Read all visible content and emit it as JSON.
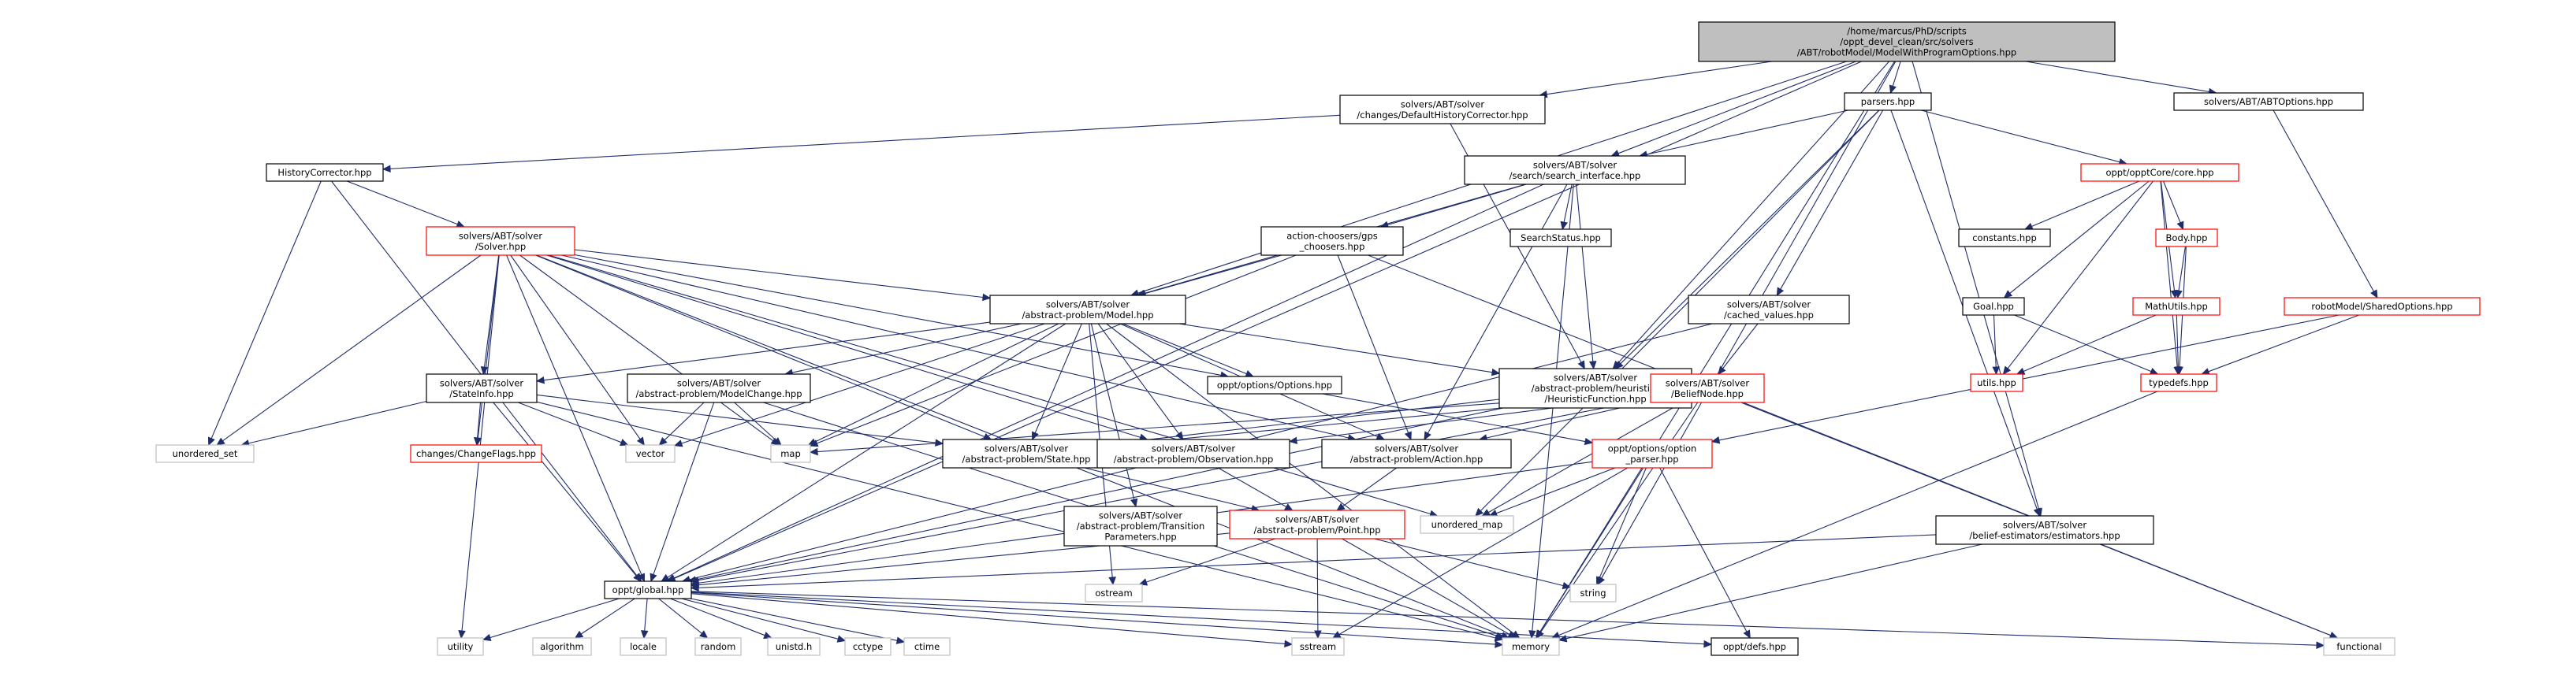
{
  "colors": {
    "root_fill": "#bfbfbf",
    "node_stroke": "#000000",
    "red_stroke": "#ff0000",
    "gray_stroke": "#bfbfbf",
    "edge": "#1f2d6b"
  },
  "nodes": {
    "root": {
      "lines": [
        "/home/marcus/PhD/scripts",
        "/oppt_devel_clean/src/solvers",
        "/ABT/robotModel/ModelWithProgramOptions.hpp"
      ],
      "style": "root"
    },
    "defaulthist": {
      "lines": [
        "solvers/ABT/solver",
        "/changes/DefaultHistoryCorrector.hpp"
      ],
      "style": "black"
    },
    "parsers": {
      "lines": [
        "parsers.hpp"
      ],
      "style": "black"
    },
    "abtoptions": {
      "lines": [
        "solvers/ABT/ABTOptions.hpp"
      ],
      "style": "black"
    },
    "histcorr": {
      "lines": [
        "HistoryCorrector.hpp"
      ],
      "style": "black"
    },
    "searchif": {
      "lines": [
        "solvers/ABT/solver",
        "/search/search_interface.hpp"
      ],
      "style": "black"
    },
    "opptcore": {
      "lines": [
        "oppt/opptCore/core.hpp"
      ],
      "style": "red"
    },
    "solver": {
      "lines": [
        "solvers/ABT/solver",
        "/Solver.hpp"
      ],
      "style": "red"
    },
    "actionch": {
      "lines": [
        "action-choosers/gps",
        "_choosers.hpp"
      ],
      "style": "black"
    },
    "searchstatus": {
      "lines": [
        "SearchStatus.hpp"
      ],
      "style": "black"
    },
    "constants": {
      "lines": [
        "constants.hpp"
      ],
      "style": "black"
    },
    "body": {
      "lines": [
        "Body.hpp"
      ],
      "style": "red"
    },
    "cachedval": {
      "lines": [
        "solvers/ABT/solver",
        "/cached_values.hpp"
      ],
      "style": "black"
    },
    "goal": {
      "lines": [
        "Goal.hpp"
      ],
      "style": "black"
    },
    "mathutils": {
      "lines": [
        "MathUtils.hpp"
      ],
      "style": "red"
    },
    "sharedopt": {
      "lines": [
        "robotModel/SharedOptions.hpp"
      ],
      "style": "red"
    },
    "model": {
      "lines": [
        "solvers/ABT/solver",
        "/abstract-problem/Model.hpp"
      ],
      "style": "black"
    },
    "stateinfo": {
      "lines": [
        "solvers/ABT/solver",
        "/StateInfo.hpp"
      ],
      "style": "black"
    },
    "modelchange": {
      "lines": [
        "solvers/ABT/solver",
        "/abstract-problem/ModelChange.hpp"
      ],
      "style": "black"
    },
    "options": {
      "lines": [
        "oppt/options/Options.hpp"
      ],
      "style": "black"
    },
    "heuristic": {
      "lines": [
        "solvers/ABT/solver",
        "/abstract-problem/heuristics",
        "/HeuristicFunction.hpp"
      ],
      "style": "black"
    },
    "beliefnode": {
      "lines": [
        "solvers/ABT/solver",
        "/BeliefNode.hpp"
      ],
      "style": "red"
    },
    "utils": {
      "lines": [
        "utils.hpp"
      ],
      "style": "red"
    },
    "typedefs": {
      "lines": [
        "typedefs.hpp"
      ],
      "style": "red"
    },
    "unordered_set": {
      "lines": [
        "unordered_set"
      ],
      "style": "gray"
    },
    "changeflags": {
      "lines": [
        "changes/ChangeFlags.hpp"
      ],
      "style": "red"
    },
    "vector": {
      "lines": [
        "vector"
      ],
      "style": "gray"
    },
    "map": {
      "lines": [
        "map"
      ],
      "style": "gray"
    },
    "state": {
      "lines": [
        "solvers/ABT/solver",
        "/abstract-problem/State.hpp"
      ],
      "style": "black"
    },
    "observation": {
      "lines": [
        "solvers/ABT/solver",
        "/abstract-problem/Observation.hpp"
      ],
      "style": "black"
    },
    "action": {
      "lines": [
        "solvers/ABT/solver",
        "/abstract-problem/Action.hpp"
      ],
      "style": "black"
    },
    "optparser": {
      "lines": [
        "oppt/options/option",
        "_parser.hpp"
      ],
      "style": "red"
    },
    "unordered_map": {
      "lines": [
        "unordered_map"
      ],
      "style": "gray"
    },
    "transparams": {
      "lines": [
        "solvers/ABT/solver",
        "/abstract-problem/Transition",
        "Parameters.hpp"
      ],
      "style": "black"
    },
    "point": {
      "lines": [
        "solvers/ABT/solver",
        "/abstract-problem/Point.hpp"
      ],
      "style": "red"
    },
    "estimators": {
      "lines": [
        "solvers/ABT/solver",
        "/belief-estimators/estimators.hpp"
      ],
      "style": "black"
    },
    "ostream": {
      "lines": [
        "ostream"
      ],
      "style": "gray"
    },
    "string": {
      "lines": [
        "string"
      ],
      "style": "gray"
    },
    "global": {
      "lines": [
        "oppt/global.hpp"
      ],
      "style": "black"
    },
    "utility": {
      "lines": [
        "utility"
      ],
      "style": "gray"
    },
    "algorithm": {
      "lines": [
        "algorithm"
      ],
      "style": "gray"
    },
    "locale": {
      "lines": [
        "locale"
      ],
      "style": "gray"
    },
    "random": {
      "lines": [
        "random"
      ],
      "style": "gray"
    },
    "unistd": {
      "lines": [
        "unistd.h"
      ],
      "style": "gray"
    },
    "cctype": {
      "lines": [
        "cctype"
      ],
      "style": "gray"
    },
    "ctime": {
      "lines": [
        "ctime"
      ],
      "style": "gray"
    },
    "sstream": {
      "lines": [
        "sstream"
      ],
      "style": "gray"
    },
    "memory": {
      "lines": [
        "memory"
      ],
      "style": "gray"
    },
    "oppdefs": {
      "lines": [
        "oppt/defs.hpp"
      ],
      "style": "black"
    },
    "functional": {
      "lines": [
        "functional"
      ],
      "style": "gray"
    }
  },
  "edges": [
    [
      "root",
      "defaulthist"
    ],
    [
      "root",
      "parsers"
    ],
    [
      "root",
      "abtoptions"
    ],
    [
      "root",
      "searchif"
    ],
    [
      "root",
      "model"
    ],
    [
      "root",
      "heuristic"
    ],
    [
      "root",
      "global"
    ],
    [
      "root",
      "estimators"
    ],
    [
      "root",
      "memory"
    ],
    [
      "root",
      "string"
    ],
    [
      "defaulthist",
      "histcorr"
    ],
    [
      "defaulthist",
      "heuristic"
    ],
    [
      "parsers",
      "searchif"
    ],
    [
      "parsers",
      "opptcore"
    ],
    [
      "parsers",
      "cachedval"
    ],
    [
      "parsers",
      "heuristic"
    ],
    [
      "parsers",
      "estimators"
    ],
    [
      "parsers",
      "unordered_map"
    ],
    [
      "abtoptions",
      "sharedopt"
    ],
    [
      "histcorr",
      "solver"
    ],
    [
      "histcorr",
      "global"
    ],
    [
      "histcorr",
      "unordered_set"
    ],
    [
      "searchif",
      "actionch"
    ],
    [
      "searchif",
      "searchstatus"
    ],
    [
      "searchif",
      "model"
    ],
    [
      "searchif",
      "heuristic"
    ],
    [
      "searchif",
      "action"
    ],
    [
      "searchif",
      "global"
    ],
    [
      "searchif",
      "memory"
    ],
    [
      "opptcore",
      "constants"
    ],
    [
      "opptcore",
      "body"
    ],
    [
      "opptcore",
      "goal"
    ],
    [
      "opptcore",
      "mathutils"
    ],
    [
      "opptcore",
      "typedefs"
    ],
    [
      "opptcore",
      "utils"
    ],
    [
      "solver",
      "model"
    ],
    [
      "solver",
      "stateinfo"
    ],
    [
      "solver",
      "options"
    ],
    [
      "solver",
      "unordered_set"
    ],
    [
      "solver",
      "changeflags"
    ],
    [
      "solver",
      "vector"
    ],
    [
      "solver",
      "map"
    ],
    [
      "solver",
      "state"
    ],
    [
      "solver",
      "observation"
    ],
    [
      "solver",
      "action"
    ],
    [
      "solver",
      "global"
    ],
    [
      "solver",
      "utility"
    ],
    [
      "solver",
      "memory"
    ],
    [
      "solver",
      "unordered_map"
    ],
    [
      "actionch",
      "model"
    ],
    [
      "actionch",
      "action"
    ],
    [
      "actionch",
      "map"
    ],
    [
      "actionch",
      "functional"
    ],
    [
      "body",
      "mathutils"
    ],
    [
      "body",
      "typedefs"
    ],
    [
      "cachedval",
      "beliefnode"
    ],
    [
      "cachedval",
      "global"
    ],
    [
      "goal",
      "utils"
    ],
    [
      "goal",
      "typedefs"
    ],
    [
      "mathutils",
      "typedefs"
    ],
    [
      "mathutils",
      "utils"
    ],
    [
      "sharedopt",
      "typedefs"
    ],
    [
      "sharedopt",
      "optparser"
    ],
    [
      "model",
      "stateinfo"
    ],
    [
      "model",
      "modelchange"
    ],
    [
      "model",
      "options"
    ],
    [
      "model",
      "heuristic"
    ],
    [
      "model",
      "state"
    ],
    [
      "model",
      "observation"
    ],
    [
      "model",
      "action"
    ],
    [
      "model",
      "transparams"
    ],
    [
      "model",
      "global"
    ],
    [
      "model",
      "vector"
    ],
    [
      "model",
      "map"
    ],
    [
      "model",
      "memory"
    ],
    [
      "model",
      "ostream"
    ],
    [
      "stateinfo",
      "state"
    ],
    [
      "stateinfo",
      "changeflags"
    ],
    [
      "stateinfo",
      "unordered_set"
    ],
    [
      "stateinfo",
      "vector"
    ],
    [
      "stateinfo",
      "global"
    ],
    [
      "stateinfo",
      "memory"
    ],
    [
      "modelchange",
      "vector"
    ],
    [
      "modelchange",
      "global"
    ],
    [
      "modelchange",
      "map"
    ],
    [
      "modelchange",
      "memory"
    ],
    [
      "options",
      "optparser"
    ],
    [
      "heuristic",
      "state"
    ],
    [
      "heuristic",
      "global"
    ],
    [
      "beliefnode",
      "map"
    ],
    [
      "beliefnode",
      "state"
    ],
    [
      "beliefnode",
      "observation"
    ],
    [
      "beliefnode",
      "action"
    ],
    [
      "beliefnode",
      "global"
    ],
    [
      "beliefnode",
      "unordered_map"
    ],
    [
      "beliefnode",
      "memory"
    ],
    [
      "beliefnode",
      "functional"
    ],
    [
      "typedefs",
      "memory"
    ],
    [
      "state",
      "point"
    ],
    [
      "observation",
      "point"
    ],
    [
      "action",
      "point"
    ],
    [
      "optparser",
      "unordered_map"
    ],
    [
      "optparser",
      "string"
    ],
    [
      "optparser",
      "sstream"
    ],
    [
      "optparser",
      "memory"
    ],
    [
      "optparser",
      "oppdefs"
    ],
    [
      "optparser",
      "global"
    ],
    [
      "point",
      "global"
    ],
    [
      "point",
      "ostream"
    ],
    [
      "point",
      "string"
    ],
    [
      "point",
      "sstream"
    ],
    [
      "point",
      "memory"
    ],
    [
      "estimators",
      "global"
    ],
    [
      "estimators",
      "memory"
    ],
    [
      "global",
      "utility"
    ],
    [
      "global",
      "algorithm"
    ],
    [
      "global",
      "locale"
    ],
    [
      "global",
      "random"
    ],
    [
      "global",
      "unistd"
    ],
    [
      "global",
      "cctype"
    ],
    [
      "global",
      "ctime"
    ],
    [
      "global",
      "sstream"
    ],
    [
      "global",
      "memory"
    ],
    [
      "global",
      "oppdefs"
    ],
    [
      "global",
      "functional"
    ]
  ]
}
